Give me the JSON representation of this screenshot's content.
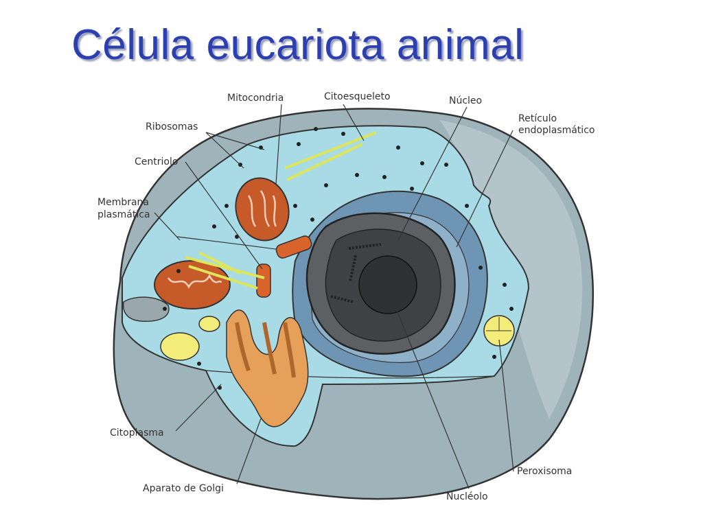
{
  "title": "Célula eucariota animal",
  "colors": {
    "title": "#2b3fae",
    "cytoplasm": "#a9dbe6",
    "cell_outer": "#9fb3ba",
    "nucleus": "#4f5254",
    "nucleolus": "#3c3e40",
    "er": "#6f95b4",
    "mitochondria": "#c65a28",
    "golgi": "#e6a05a",
    "vesicle": "#f4ec7a",
    "cytoskeleton": "#dde65a"
  },
  "labels": {
    "mitocondria": "Mitocondria",
    "citoesqueleto": "Citoesqueleto",
    "nucleo": "Núcleo",
    "reticulo_line1": "Retículo",
    "reticulo_line2": "endoplasmático",
    "ribosomas": "Ribosomas",
    "centriolo": "Centriolo",
    "membrana_line1": "Membrana",
    "membrana_line2": "plasmática",
    "citoplasma": "Citoplasma",
    "aparato_golgi": "Aparato de Golgi",
    "nucleolo": "Nucléolo",
    "peroxisoma": "Peroxisoma"
  }
}
